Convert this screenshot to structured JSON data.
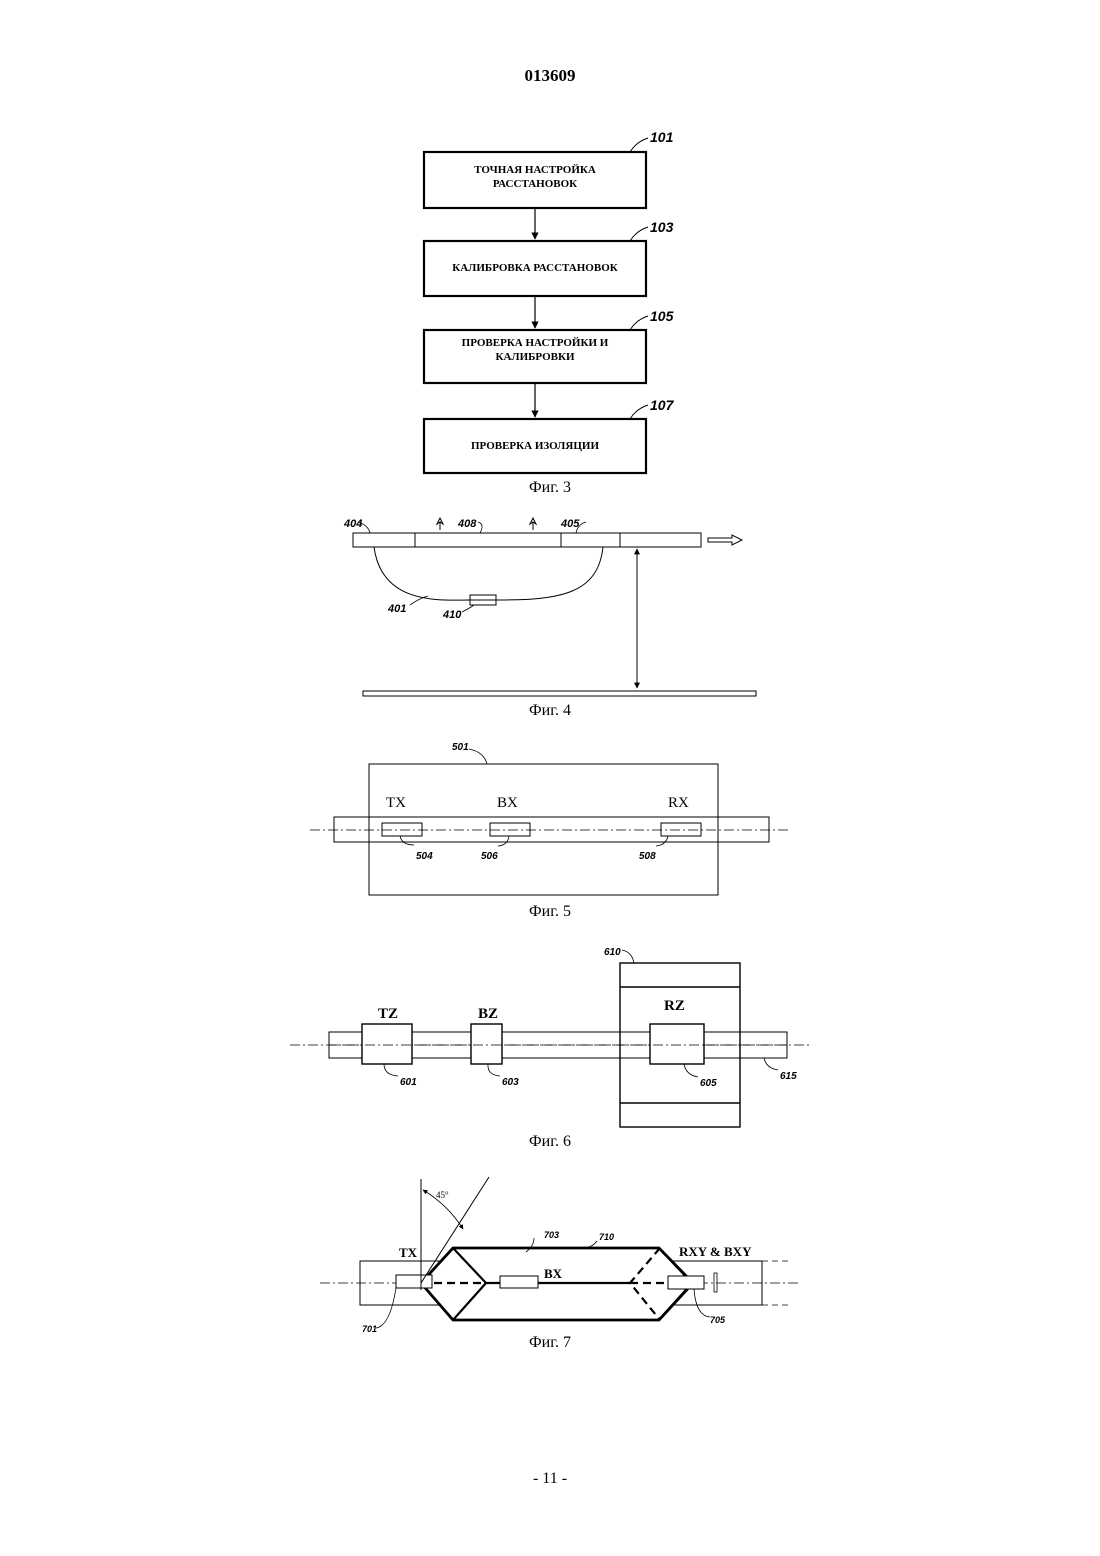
{
  "header": {
    "doc_number": "013609"
  },
  "fig3": {
    "steps": [
      {
        "ref": "101",
        "line1": "ТОЧНАЯ НАСТРОЙКА",
        "line2": "РАССТАНОВОК"
      },
      {
        "ref": "103",
        "line1": "КАЛИБРОВКА РАССТАНОВОК",
        "line2": ""
      },
      {
        "ref": "105",
        "line1": "ПРОВЕРКА НАСТРОЙКИ И",
        "line2": "КАЛИБРОВКИ"
      },
      {
        "ref": "107",
        "line1": "ПРОВЕРКА ИЗОЛЯЦИИ",
        "line2": ""
      }
    ],
    "caption": "Фиг. 3"
  },
  "fig4": {
    "refs": {
      "r404": "404",
      "r408": "408",
      "r405": "405",
      "r401": "401",
      "r410": "410"
    },
    "caption": "Фиг. 4"
  },
  "fig5": {
    "refs": {
      "r501": "501",
      "r504": "504",
      "r506": "506",
      "r508": "508"
    },
    "labels": {
      "tx": "TX",
      "bx": "BX",
      "rx": "RX"
    },
    "caption": "Фиг. 5"
  },
  "fig6": {
    "refs": {
      "r610": "610",
      "r601": "601",
      "r603": "603",
      "r605": "605",
      "r615": "615"
    },
    "labels": {
      "tz": "TZ",
      "bz": "BZ",
      "rz": "RZ"
    },
    "caption": "Фиг. 6"
  },
  "fig7": {
    "refs": {
      "r703": "703",
      "r710": "710",
      "r701": "701",
      "r705": "705"
    },
    "labels": {
      "tx": "TX",
      "bx": "BX",
      "rxy": "RXY & BXY",
      "angle": "45°"
    },
    "caption": "Фиг. 7"
  },
  "footer": {
    "page": "- 11 -"
  }
}
